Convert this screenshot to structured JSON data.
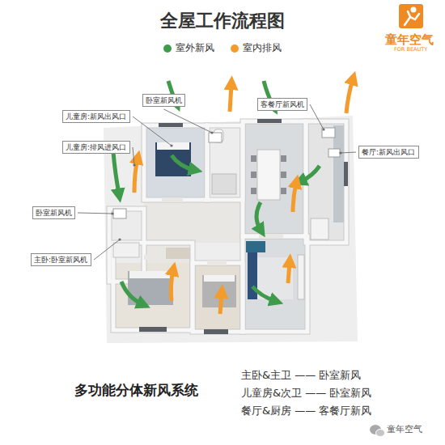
{
  "diagram": {
    "title": "全屋工作流程图",
    "caption": "多功能分体新风系统",
    "nodes": [
      {
        "text": [
          "卧室新风机"
        ]
      },
      {
        "text": [
          "客餐厅新风机"
        ]
      },
      {
        "text": [
          "儿童房:新风出风口"
        ]
      },
      {
        "text": [
          "儿童房:排风进风口"
        ]
      },
      {
        "text": [
          "餐厅:新风出风口"
        ]
      },
      {
        "text": [
          "卧室新风机"
        ]
      },
      {
        "text": [
          "主卧:卧室新风机"
        ]
      }
    ],
    "labels": [
      "童年空气",
      "FOR BEAUTY",
      "主卧&主卫 —— 卧室新风",
      "儿童房&次卫 —— 卧室新风",
      "餐厅&厨房 —— 客餐厅新风",
      "童年空气"
    ],
    "legend": [
      {
        "text": "室外新风",
        "color": "#3f9b4b"
      },
      {
        "text": "室内排风",
        "color": "#f39c2b"
      }
    ]
  }
}
